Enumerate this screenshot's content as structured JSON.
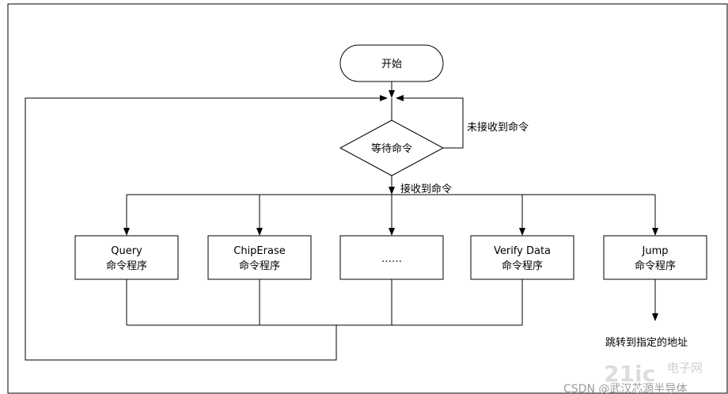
{
  "diagram": {
    "start": "开始",
    "wait": "等待命令",
    "not_received": "未接收到命令",
    "received": "接收到命令",
    "programs": [
      {
        "name": "Query",
        "suffix": "命令程序"
      },
      {
        "name": "ChipErase",
        "suffix": "命令程序"
      },
      {
        "name": "……",
        "suffix": ""
      },
      {
        "name": "Verify Data",
        "suffix": "命令程序"
      },
      {
        "name": "Jump",
        "suffix": "命令程序"
      }
    ],
    "jump_target": "跳转到指定的地址"
  },
  "watermark": {
    "logo_text": "21ic",
    "logo_cn": "电子网",
    "credit": "CSDN @武汉芯源半导体"
  }
}
